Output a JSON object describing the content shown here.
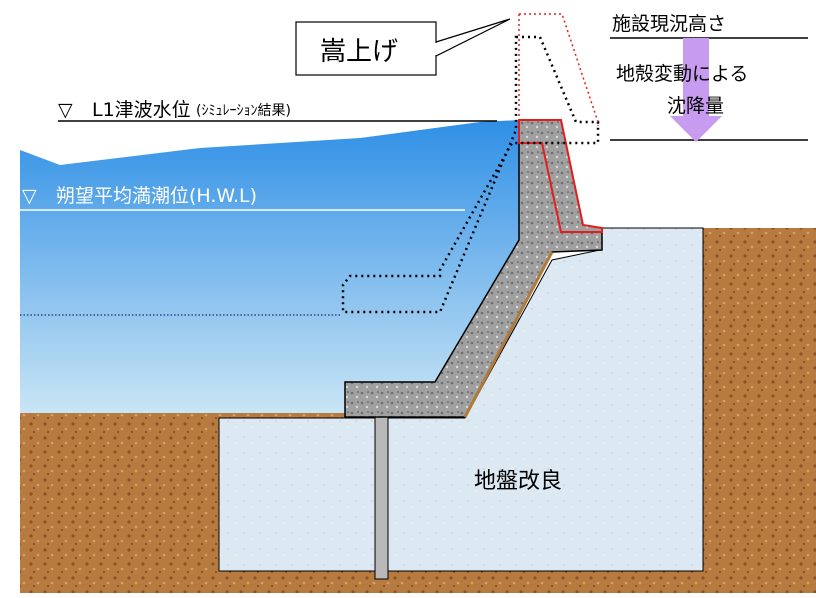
{
  "labels": {
    "callout": "嵩上げ",
    "facility_height": "施設現況高さ",
    "subsidence_line1": "地殻変動による",
    "subsidence_line2": "沈降量",
    "l1_tsunami_prefix": "L1津波水位",
    "l1_tsunami_note": "(ｼﾐｭﾚｰｼｮﾝ結果)",
    "hwl": "朔望平均満潮位(H.W.L)",
    "ground_improvement": "地盤改良"
  },
  "symbols": {
    "water_level_mark": "▽"
  },
  "colors": {
    "soil": "#b77a3f",
    "soil_dark": "#8a5428",
    "water_top": "#2f8fe6",
    "water_bottom": "#c9e5f5",
    "improved_ground": "#dce8f2",
    "concrete": "#9c9c9c",
    "raise_outline": "#e02020",
    "arrow": "#c79cf0",
    "pile": "#b9b9b9"
  }
}
